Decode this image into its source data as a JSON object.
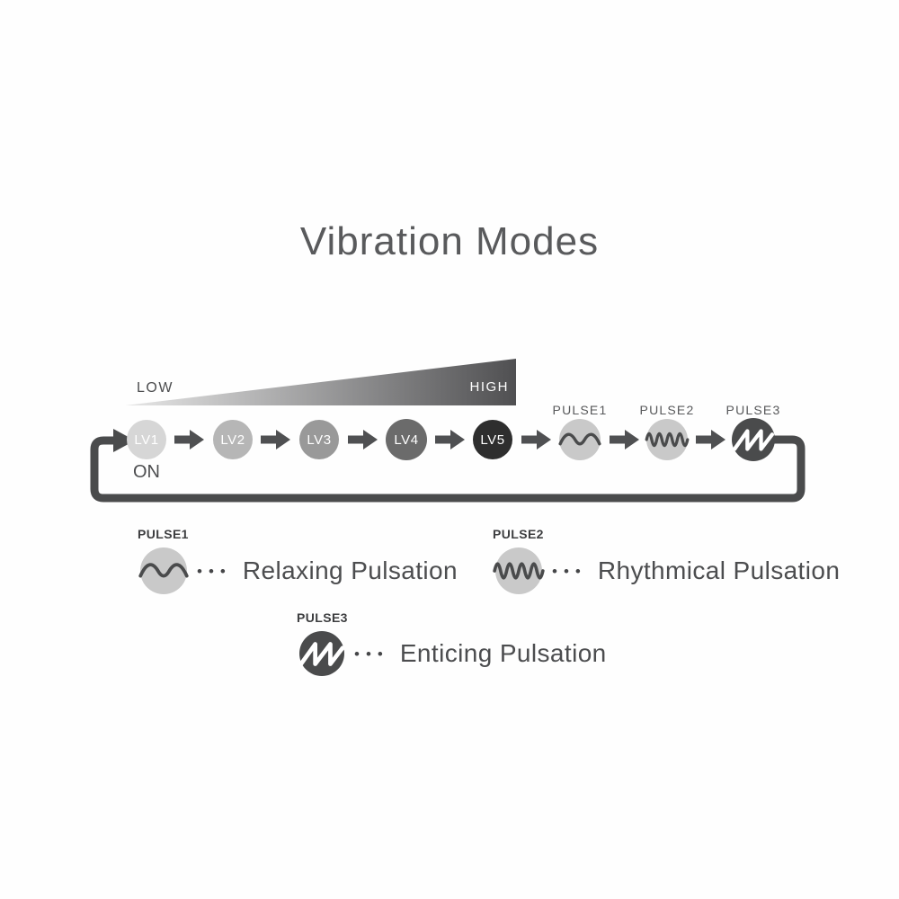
{
  "title": "Vibration Modes",
  "scale": {
    "low_label": "LOW",
    "high_label": "HIGH"
  },
  "flow": {
    "on_label": "ON",
    "levels": [
      {
        "label": "LV1",
        "color": "#d6d6d6"
      },
      {
        "label": "LV2",
        "color": "#b6b6b6"
      },
      {
        "label": "LV3",
        "color": "#999999"
      },
      {
        "label": "LV4",
        "color": "#6b6b6b"
      },
      {
        "label": "LV5",
        "color": "#2e2e2e"
      }
    ],
    "pulses": [
      {
        "label": "PULSE1",
        "icon": "sine-slow-wave-icon",
        "circle_color": "#c9c9c9",
        "wave_color": "#4a4b4c"
      },
      {
        "label": "PULSE2",
        "icon": "sine-fast-wave-icon",
        "circle_color": "#c9c9c9",
        "wave_color": "#4a4b4c"
      },
      {
        "label": "PULSE3",
        "icon": "sawtooth-wave-icon",
        "circle_color": "#4a4b4c",
        "wave_color": "#ffffff"
      }
    ]
  },
  "legend": [
    {
      "label": "PULSE1",
      "dots": "•••",
      "description": "Relaxing Pulsation",
      "icon": "sine-slow-wave-icon",
      "circle_color": "#c9c9c9",
      "wave_color": "#4a4b4c"
    },
    {
      "label": "PULSE2",
      "dots": "•••",
      "description": "Rhythmical Pulsation",
      "icon": "sine-fast-wave-icon",
      "circle_color": "#c9c9c9",
      "wave_color": "#4a4b4c"
    },
    {
      "label": "PULSE3",
      "dots": "•••",
      "description": "Enticing Pulsation",
      "icon": "sawtooth-wave-icon",
      "circle_color": "#4a4b4c",
      "wave_color": "#ffffff"
    }
  ],
  "colors": {
    "background": "#ffffff",
    "title_text": "#595a5c",
    "label_text": "#4c4d4f",
    "arrow": "#4f5052",
    "loop": "#4a4b4c",
    "gradient_start": "#e7e7e7",
    "gradient_end": "#505052",
    "circle_text": "#ffffff"
  }
}
